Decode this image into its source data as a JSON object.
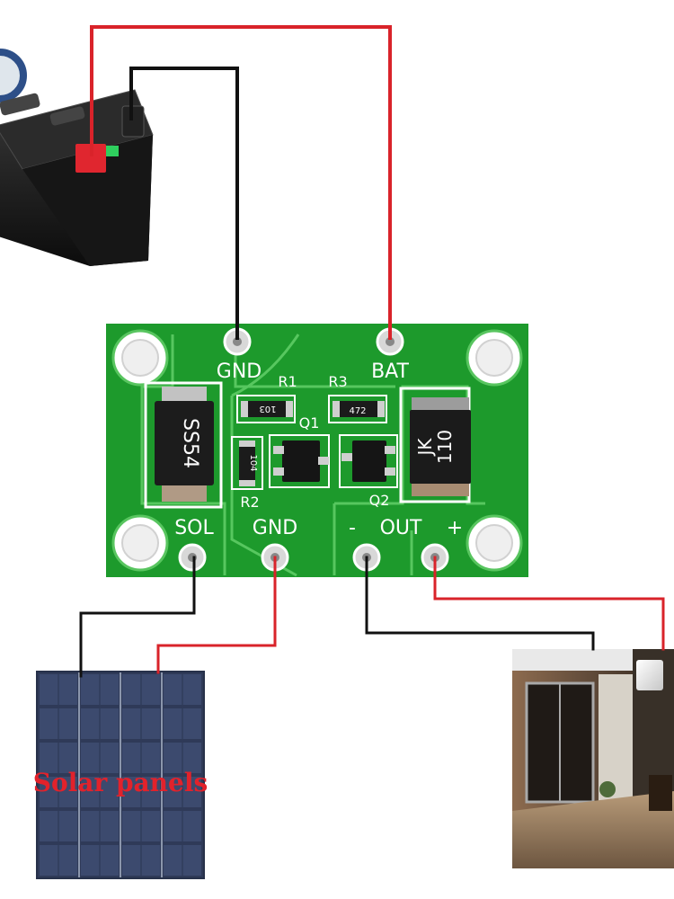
{
  "board": {
    "labels": {
      "gnd_top": "GND",
      "bat": "BAT",
      "r1": "R1",
      "r3": "R3",
      "q1": "Q1",
      "r2": "R2",
      "q2": "Q2",
      "sol": "SOL",
      "gnd_bottom": "GND",
      "out_minus": "-",
      "out": "OUT",
      "out_plus": "+"
    },
    "components": {
      "diode": "SS54",
      "fuse_line1": "JK",
      "fuse_line2": "110",
      "r1_code": "103",
      "r3_code": "472",
      "r2_code": "104"
    }
  },
  "solar_panel": {
    "label": "Solar panels"
  },
  "colors": {
    "pcb": "#1d9a2c",
    "pcb_edge": "#e6f1e6",
    "wire_positive": "#d9232a",
    "wire_negative": "#111111",
    "solar_label": "#e2222b"
  }
}
